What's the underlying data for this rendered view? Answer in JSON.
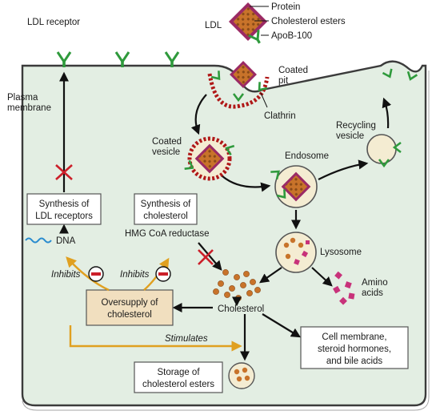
{
  "ldl_legend": {
    "ldl": "LDL",
    "protein": "Protein",
    "cholesterol_esters": "Cholesterol esters",
    "apob": "ApoB-100"
  },
  "labels": {
    "ldl_receptor": "LDL receptor",
    "plasma_membrane_1": "Plasma",
    "plasma_membrane_2": "membrane",
    "coated_pit_1": "Coated",
    "coated_pit_2": "pit",
    "clathrin": "Clathrin",
    "coated_vesicle_1": "Coated",
    "coated_vesicle_2": "vesicle",
    "recycling_vesicle_1": "Recycling",
    "recycling_vesicle_2": "vesicle",
    "endosome": "Endosome",
    "lysosome": "Lysosome",
    "amino_acids_1": "Amino",
    "amino_acids_2": "acids",
    "dna": "DNA",
    "hmg": "HMG CoA reductase",
    "inhibits_left": "Inhibits",
    "inhibits_right": "Inhibits",
    "cholesterol": "Cholesterol",
    "stimulates": "Stimulates"
  },
  "boxes": {
    "synthesis_receptors_1": "Synthesis of",
    "synthesis_receptors_2": "LDL receptors",
    "synthesis_cholesterol_1": "Synthesis of",
    "synthesis_cholesterol_2": "cholesterol",
    "oversupply_1": "Oversupply of",
    "oversupply_2": "cholesterol",
    "cell_membrane_1": "Cell membrane,",
    "cell_membrane_2": "steroid hormones,",
    "cell_membrane_3": "and bile acids",
    "storage_1": "Storage of",
    "storage_2": "cholesterol esters"
  },
  "colors": {
    "cell_fill": "#e3eee3",
    "arrow": "#111111",
    "regulation_arrow": "#e0a020",
    "block_x": "#cc1f2a",
    "ldl_core": "#c8732a",
    "ldl_shell": "#9b2a64",
    "apob": "#2f9a3c",
    "clathrin": "#b01818",
    "vesicle_fill": "#f4ecd2",
    "amino_acid": "#c8327a",
    "dna": "#2a8ccf"
  }
}
